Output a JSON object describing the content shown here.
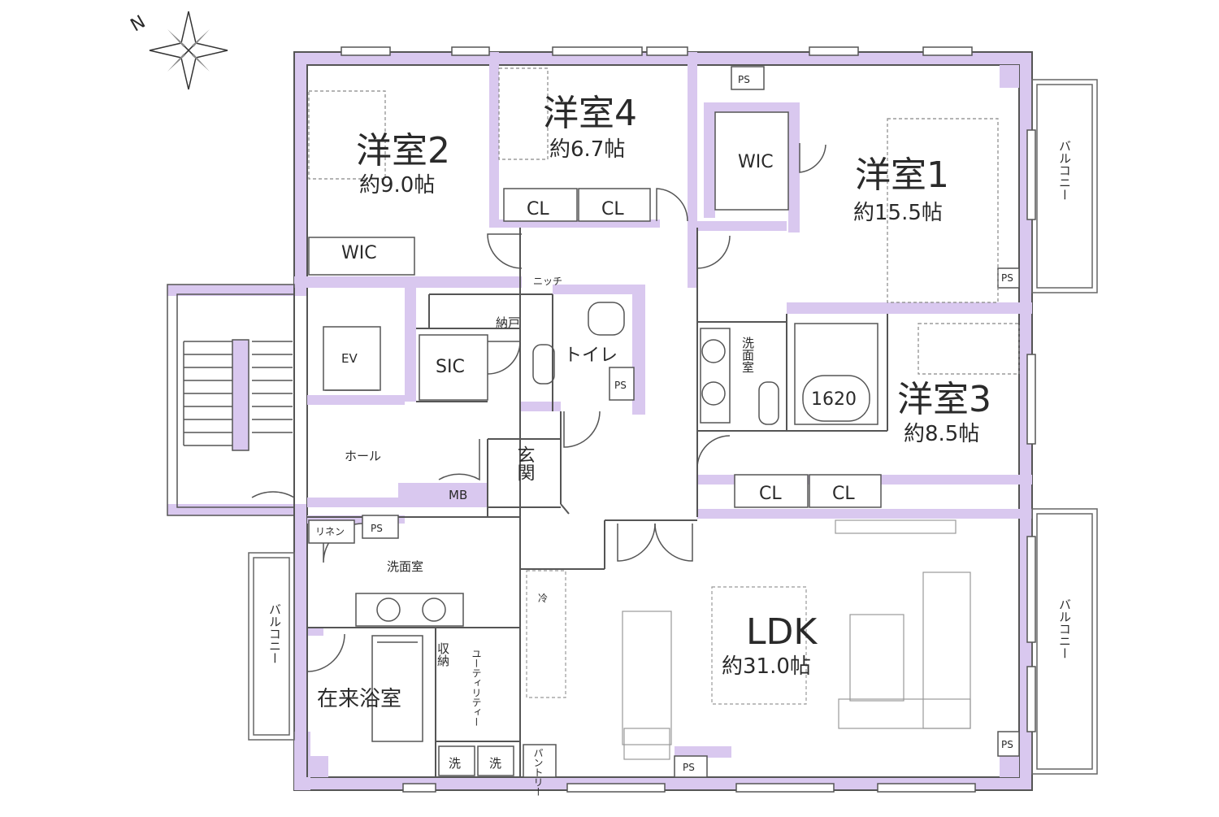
{
  "plan": {
    "wall_color": "#d9c8ef",
    "line_color": "#555555",
    "compass": {
      "north_label": "N"
    },
    "rooms": {
      "room1": {
        "name": "洋室1",
        "area": "約15.5帖"
      },
      "room2": {
        "name": "洋室2",
        "area": "約9.0帖"
      },
      "room3": {
        "name": "洋室3",
        "area": "約8.5帖"
      },
      "room4": {
        "name": "洋室4",
        "area": "約6.7帖"
      },
      "ldk": {
        "name": "LDK",
        "area": "約31.0帖"
      },
      "bath": {
        "name": "在来浴室"
      }
    },
    "labels": {
      "wic_1": "WIC",
      "wic_2": "WIC",
      "cl_4a": "CL",
      "cl_4b": "CL",
      "cl_3a": "CL",
      "cl_3b": "CL",
      "ps_top": "PS",
      "ps_room1": "PS",
      "ps_toilet": "PS",
      "ps_linen": "PS",
      "ps_ldk_right": "PS",
      "ps_ldk_bottom": "PS",
      "balcony_right_top": "バルコニー",
      "balcony_right_bottom": "バルコニー",
      "balcony_left": "バルコニー",
      "niche": "ニッチ",
      "storage_nando": "納戸",
      "sic": "SIC",
      "toilet": "トイレ",
      "ev": "EV",
      "hall": "ホール",
      "entrance": "玄関",
      "mb": "MB",
      "linen": "リネン",
      "washroom_lower": "洗面室",
      "washroom_upper": "洗面室",
      "utility": "ユーティリティー",
      "storage_shuno": "収納",
      "washer_1": "洗",
      "washer_2": "洗",
      "pantry": "パントリー",
      "bathtub_size": "1620",
      "fridge": "冷"
    }
  }
}
